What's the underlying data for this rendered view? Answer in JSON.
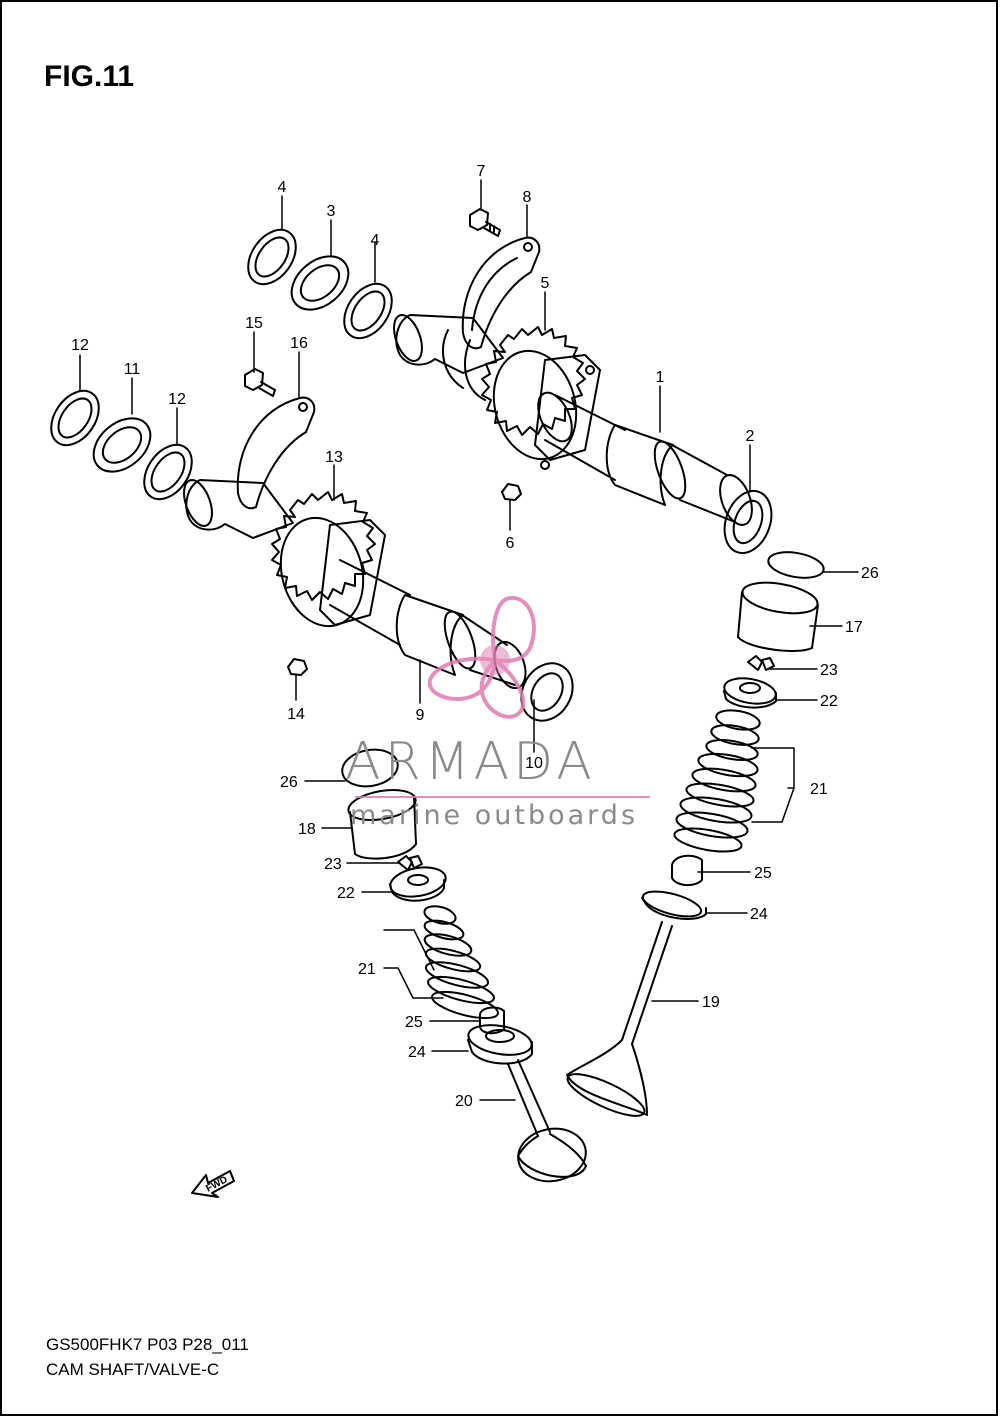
{
  "figure": {
    "title": "FIG.11",
    "footer_line1": "GS500FHK7 P03 P28_011",
    "footer_line2": "CAM SHAFT/VALVE-C"
  },
  "watermark": {
    "brand": "ARMADA",
    "tagline": "marine outboards",
    "logo_color": "#e07ab0",
    "text_color": "#8a8a8a"
  },
  "fwd_arrow": {
    "label": "FWD"
  },
  "callouts": {
    "c1": "1",
    "c2": "2",
    "c3": "3",
    "c4a": "4",
    "c4b": "4",
    "c5": "5",
    "c6": "6",
    "c7": "7",
    "c8": "8",
    "c9": "9",
    "c10": "10",
    "c11": "11",
    "c12a": "12",
    "c12b": "12",
    "c13": "13",
    "c14": "14",
    "c15": "15",
    "c16": "16",
    "c17": "17",
    "c18": "18",
    "c19": "19",
    "c20": "20",
    "c21a": "21",
    "c21b": "21",
    "c22a": "22",
    "c22b": "22",
    "c23a": "23",
    "c23b": "23",
    "c24a": "24",
    "c24b": "24",
    "c25a": "25",
    "c25b": "25",
    "c26a": "26",
    "c26b": "26"
  }
}
